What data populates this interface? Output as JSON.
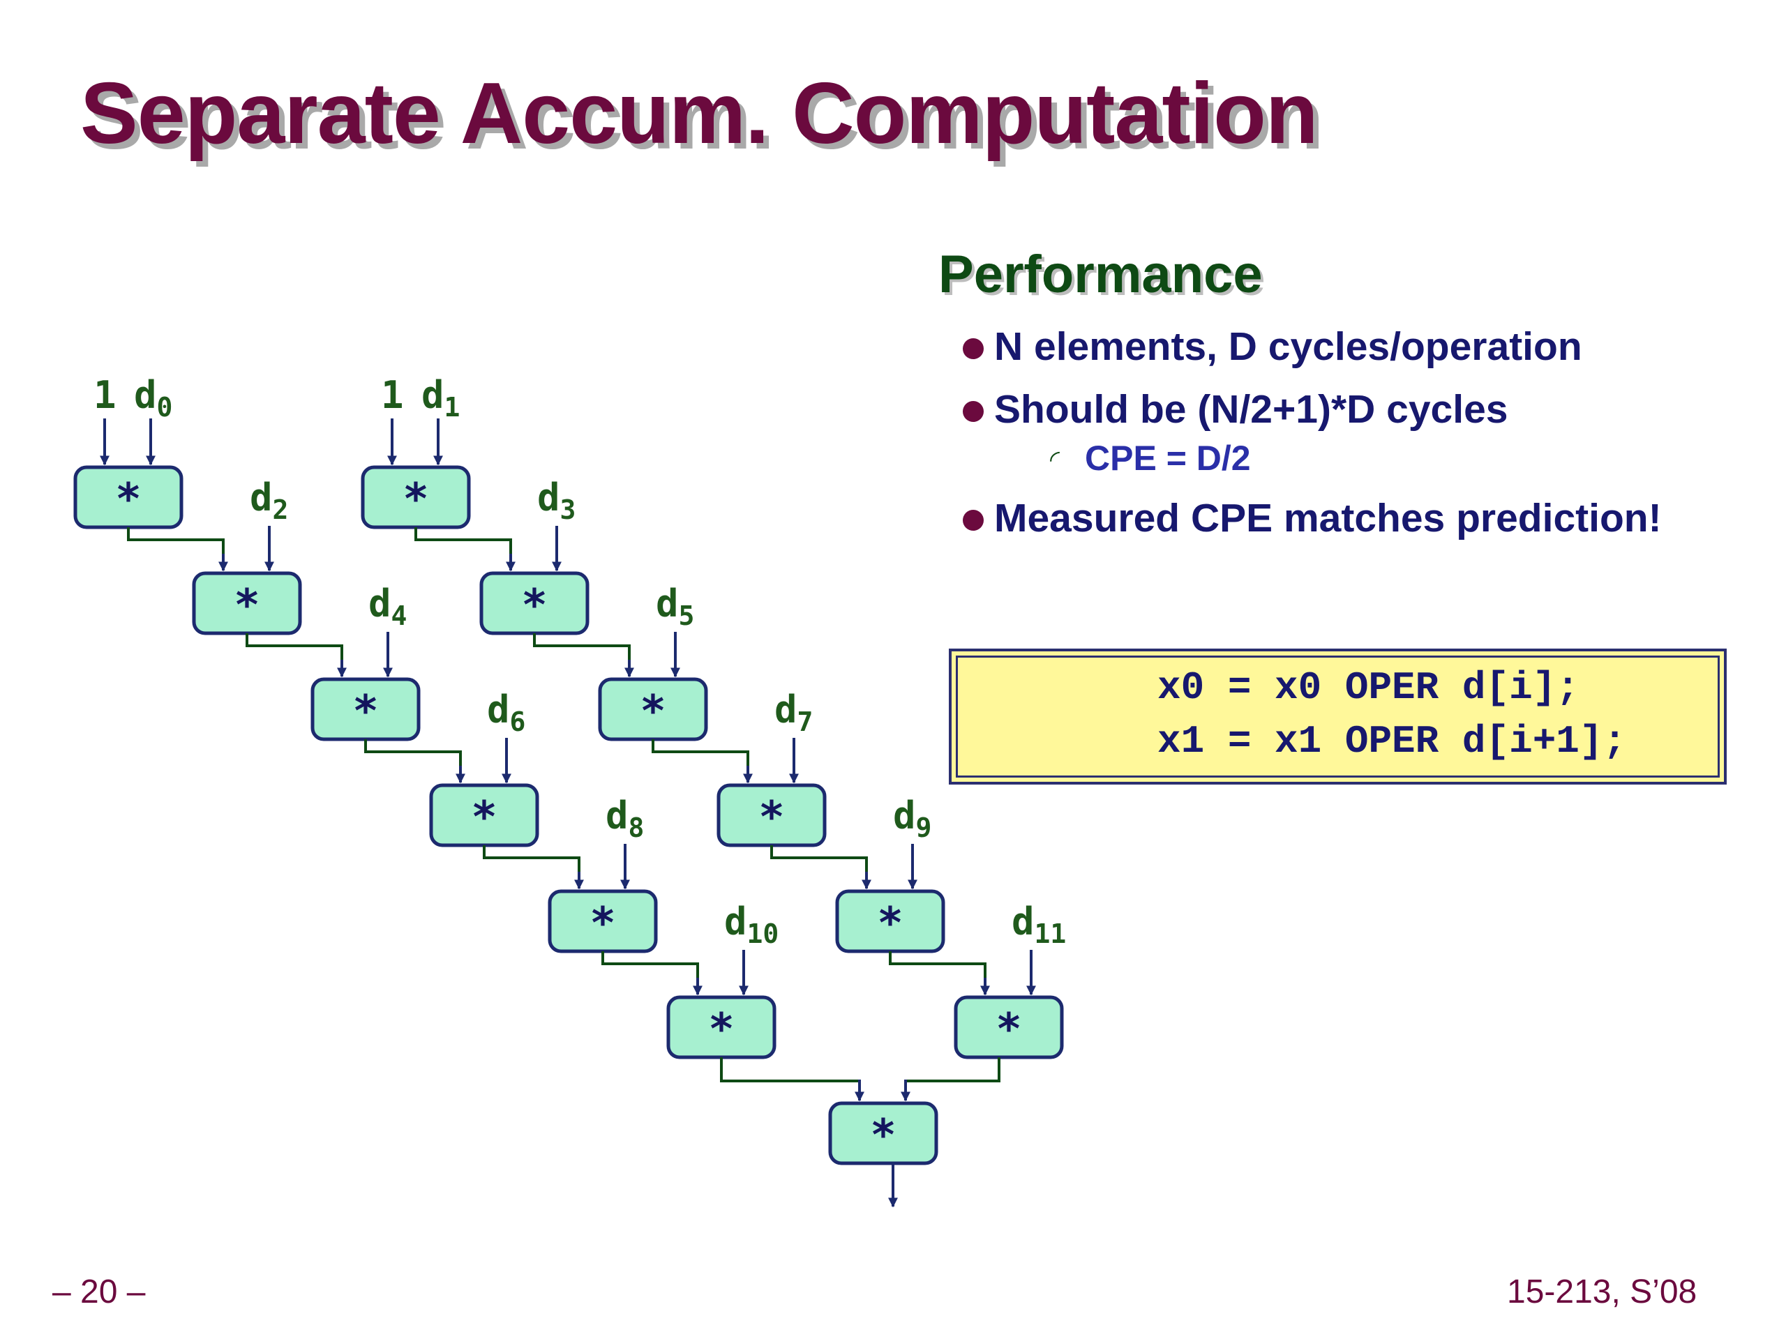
{
  "title": "Separate Accum. Computation",
  "performance": {
    "heading": "Performance",
    "bullets": [
      {
        "text": "N elements, D cycles/operation"
      },
      {
        "text": "Should be (N/2+1)*D cycles",
        "sub": [
          "CPE = D/2"
        ]
      },
      {
        "text": "Measured CPE matches prediction!"
      }
    ]
  },
  "code": {
    "line1": "x0 = x0 OPER d[i];",
    "line2": "x1 = x1 OPER d[i+1];"
  },
  "diagram": {
    "operator": "*",
    "initial_value": "1",
    "inputs": [
      "d0",
      "d1",
      "d2",
      "d3",
      "d4",
      "d5",
      "d6",
      "d7",
      "d8",
      "d9",
      "d10",
      "d11"
    ]
  },
  "footer": {
    "page": "– 20 –",
    "course": "15-213, S’08"
  },
  "colors": {
    "title": "#6b0a3e",
    "heading": "#0e4a14",
    "bullet_text": "#17186e",
    "node_fill": "#a7f0d0",
    "node_border": "#1c2a6e",
    "wire": "#0e4a14",
    "code_bg": "#fff89a"
  }
}
